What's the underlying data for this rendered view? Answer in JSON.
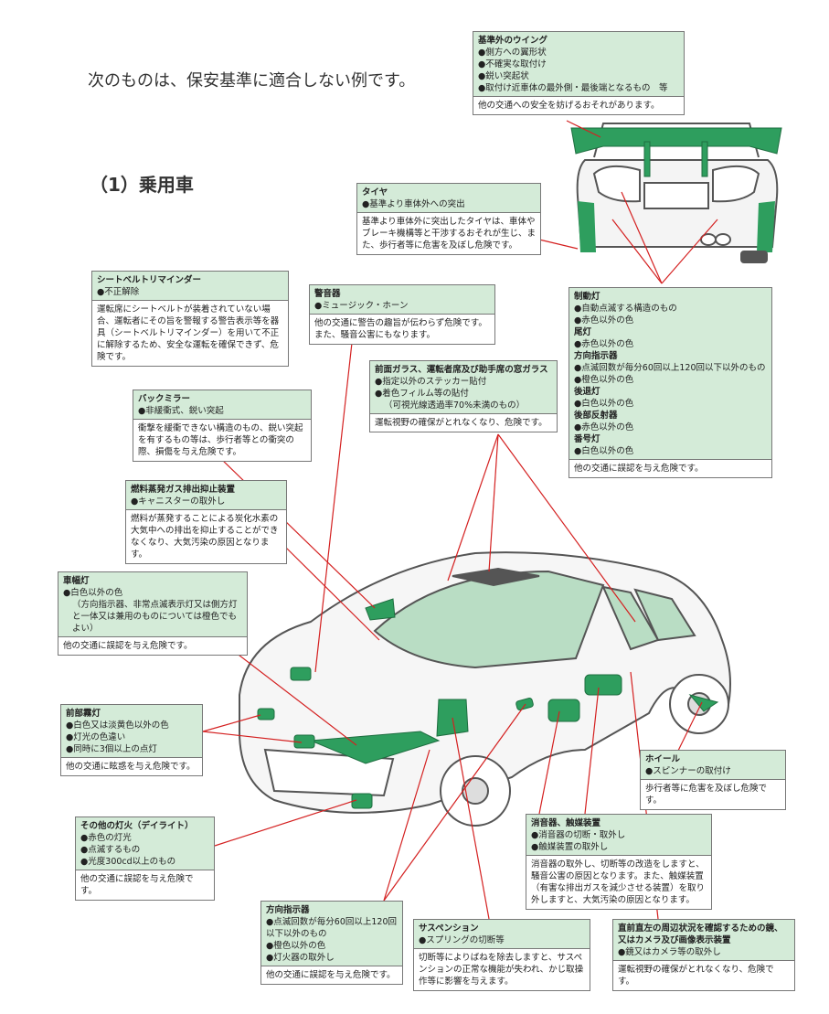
{
  "heading": "次のものは、保安基準に適合しない例です。",
  "subheading": "（1）乗用車",
  "colors": {
    "accent": "#2e9e5e",
    "box_header": "#d4ebd8",
    "leader": "#d42020"
  },
  "boxes": {
    "wing": {
      "title": "基準外のウイング",
      "items": [
        "側方への翼形状",
        "不確実な取付け",
        "鋭い突起状",
        "取付け近車体の最外側・最後端となるもの　等"
      ],
      "desc": "他の交通への安全を妨げるおそれがあります。"
    },
    "tire": {
      "title": "タイヤ",
      "items": [
        "基準より車体外への突出"
      ],
      "desc": "基準より車体外に突出したタイヤは、車体やブレーキ機構等と干渉するおそれが生じ、また、歩行者等に危害を及ぼし危険です。"
    },
    "seatbelt": {
      "title": "シートベルトリマインダー",
      "items": [
        "不正解除"
      ],
      "desc": "運転席にシートベルトが装着されていない場合、運転者にその旨を警報する警告表示等を器具（シートベルトリマインダー）を用いて不正に解除するため、安全な運転を確保できず、危険です。"
    },
    "horn": {
      "title": "警音器",
      "items": [
        "ミュージック・ホーン"
      ],
      "desc": "他の交通に警告の趣旨が伝わらず危険です。また、騒音公害にもなります。"
    },
    "glass": {
      "title": "前面ガラス、運転者席及び助手席の窓ガラス",
      "items": [
        "指定以外のステッカー貼付",
        "着色フィルム等の貼付"
      ],
      "note": "（可視光線透過率70%未満のもの）",
      "desc": "運転視野の確保がとれなくなり、危険です。"
    },
    "rear_lights": {
      "groups": [
        {
          "title": "制動灯",
          "items": [
            "自動点滅する構造のもの",
            "赤色以外の色"
          ]
        },
        {
          "title": "尾灯",
          "items": [
            "赤色以外の色"
          ]
        },
        {
          "title": "方向指示器",
          "items": [
            "点滅回数が毎分60回以上120回以下以外のもの",
            "橙色以外の色"
          ]
        },
        {
          "title": "後退灯",
          "items": [
            "白色以外の色"
          ]
        },
        {
          "title": "後部反射器",
          "items": [
            "赤色以外の色"
          ]
        },
        {
          "title": "番号灯",
          "items": [
            "白色以外の色"
          ]
        }
      ],
      "desc": "他の交通に誤認を与え危険です。"
    },
    "mirror": {
      "title": "バックミラー",
      "items": [
        "非緩衝式、鋭い突起"
      ],
      "desc": "衝撃を緩衝できない構造のもの、鋭い突起を有するもの等は、歩行者等との衝突の際、損傷を与え危険です。"
    },
    "evap": {
      "title": "燃料蒸発ガス排出抑止装置",
      "items": [
        "キャニスターの取外し"
      ],
      "desc": "燃料が蒸発することによる炭化水素の大気中への排出を抑止することができなくなり、大気汚染の原因となります。"
    },
    "clearance": {
      "title": "車幅灯",
      "items": [
        "白色以外の色"
      ],
      "note": "（方向指示器、非常点滅表示灯又は側方灯と一体又は兼用のものについては橙色でもよい）",
      "desc": "他の交通に誤認を与え危険です。"
    },
    "fog": {
      "title": "前部霧灯",
      "items": [
        "白色又は淡黄色以外の色",
        "灯光の色違い",
        "同時に3個以上の点灯"
      ],
      "desc": "他の交通に眩惑を与え危険です。"
    },
    "daylight": {
      "title": "その他の灯火（デイライト）",
      "items": [
        "赤色の灯光",
        "点滅するもの",
        "光度300cd以上のもの"
      ],
      "desc": "他の交通に誤認を与え危険です。"
    },
    "wheel": {
      "title": "ホイール",
      "items": [
        "スピンナーの取付け"
      ],
      "desc": "歩行者等に危害を及ぼし危険です。"
    },
    "muffler": {
      "title": "消音器、触媒装置",
      "items": [
        "消音器の切断・取外し",
        "触媒装置の取外し"
      ],
      "desc": "消音器の取外し、切断等の改造をしますと、騒音公害の原因となります。また、触媒装置（有害な排出ガスを減少させる装置）を取り外しますと、大気汚染の原因となります。"
    },
    "turn": {
      "title": "方向指示器",
      "items": [
        "点滅回数が毎分60回以上120回以下以外のもの",
        "橙色以外の色",
        "灯火器の取外し"
      ],
      "desc": "他の交通に誤認を与え危険です。"
    },
    "suspension": {
      "title": "サスペンション",
      "items": [
        "スプリングの切断等"
      ],
      "desc": "切断等によりばねを除去しますと、サスペンションの正常な機能が失われ、かじ取操作等に影響を与えます。"
    },
    "camera": {
      "title": "直前直左の周辺状況を確認するための鏡、又はカメラ及び画像表示装置",
      "items": [
        "鏡又はカメラ等の取外し"
      ],
      "desc": "運転視野の確保がとれなくなり、危険です。"
    }
  }
}
